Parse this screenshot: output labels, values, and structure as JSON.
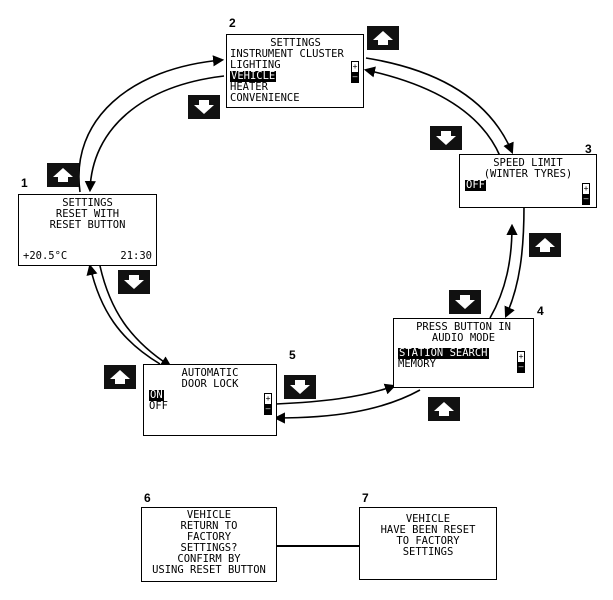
{
  "step_labels": [
    "1",
    "2",
    "3",
    "4",
    "5",
    "6",
    "7"
  ],
  "screen1": {
    "lines": [
      "SETTINGS",
      "RESET WITH",
      "RESET BUTTON"
    ],
    "temperature": "+20.5°C",
    "time": "21:30"
  },
  "screen2": {
    "title": "SETTINGS",
    "items": [
      "INSTRUMENT CLUSTER",
      "LIGHTING",
      "VEHICLE",
      "HEATER",
      "CONVENIENCE"
    ],
    "selected_item": "VEHICLE"
  },
  "screen3": {
    "lines": [
      "SPEED LIMIT",
      "(WINTER TYRES)"
    ],
    "value": "OFF"
  },
  "screen4": {
    "lines": [
      "PRESS BUTTON IN",
      "AUDIO MODE"
    ],
    "items": [
      "STATION SEARCH",
      "MEMORY"
    ],
    "selected_item": "STATION SEARCH"
  },
  "screen5": {
    "lines": [
      "AUTOMATIC",
      "DOOR LOCK"
    ],
    "items": [
      "ON",
      "OFF"
    ],
    "selected_item": "ON"
  },
  "screen6": {
    "lines": [
      "VEHICLE",
      "RETURN TO",
      "FACTORY",
      "SETTINGS?",
      "CONFIRM BY",
      "USING RESET BUTTON"
    ]
  },
  "screen7": {
    "lines": [
      "VEHICLE",
      "HAVE BEEN RESET",
      "TO FACTORY",
      "SETTINGS"
    ]
  },
  "plus_minus": {
    "plus": "+",
    "minus": "–"
  },
  "icons": {
    "up_button": "up-arrow-icon",
    "down_button": "down-arrow-icon"
  },
  "colors": {
    "button_bg": "#111111",
    "line": "#000000"
  }
}
